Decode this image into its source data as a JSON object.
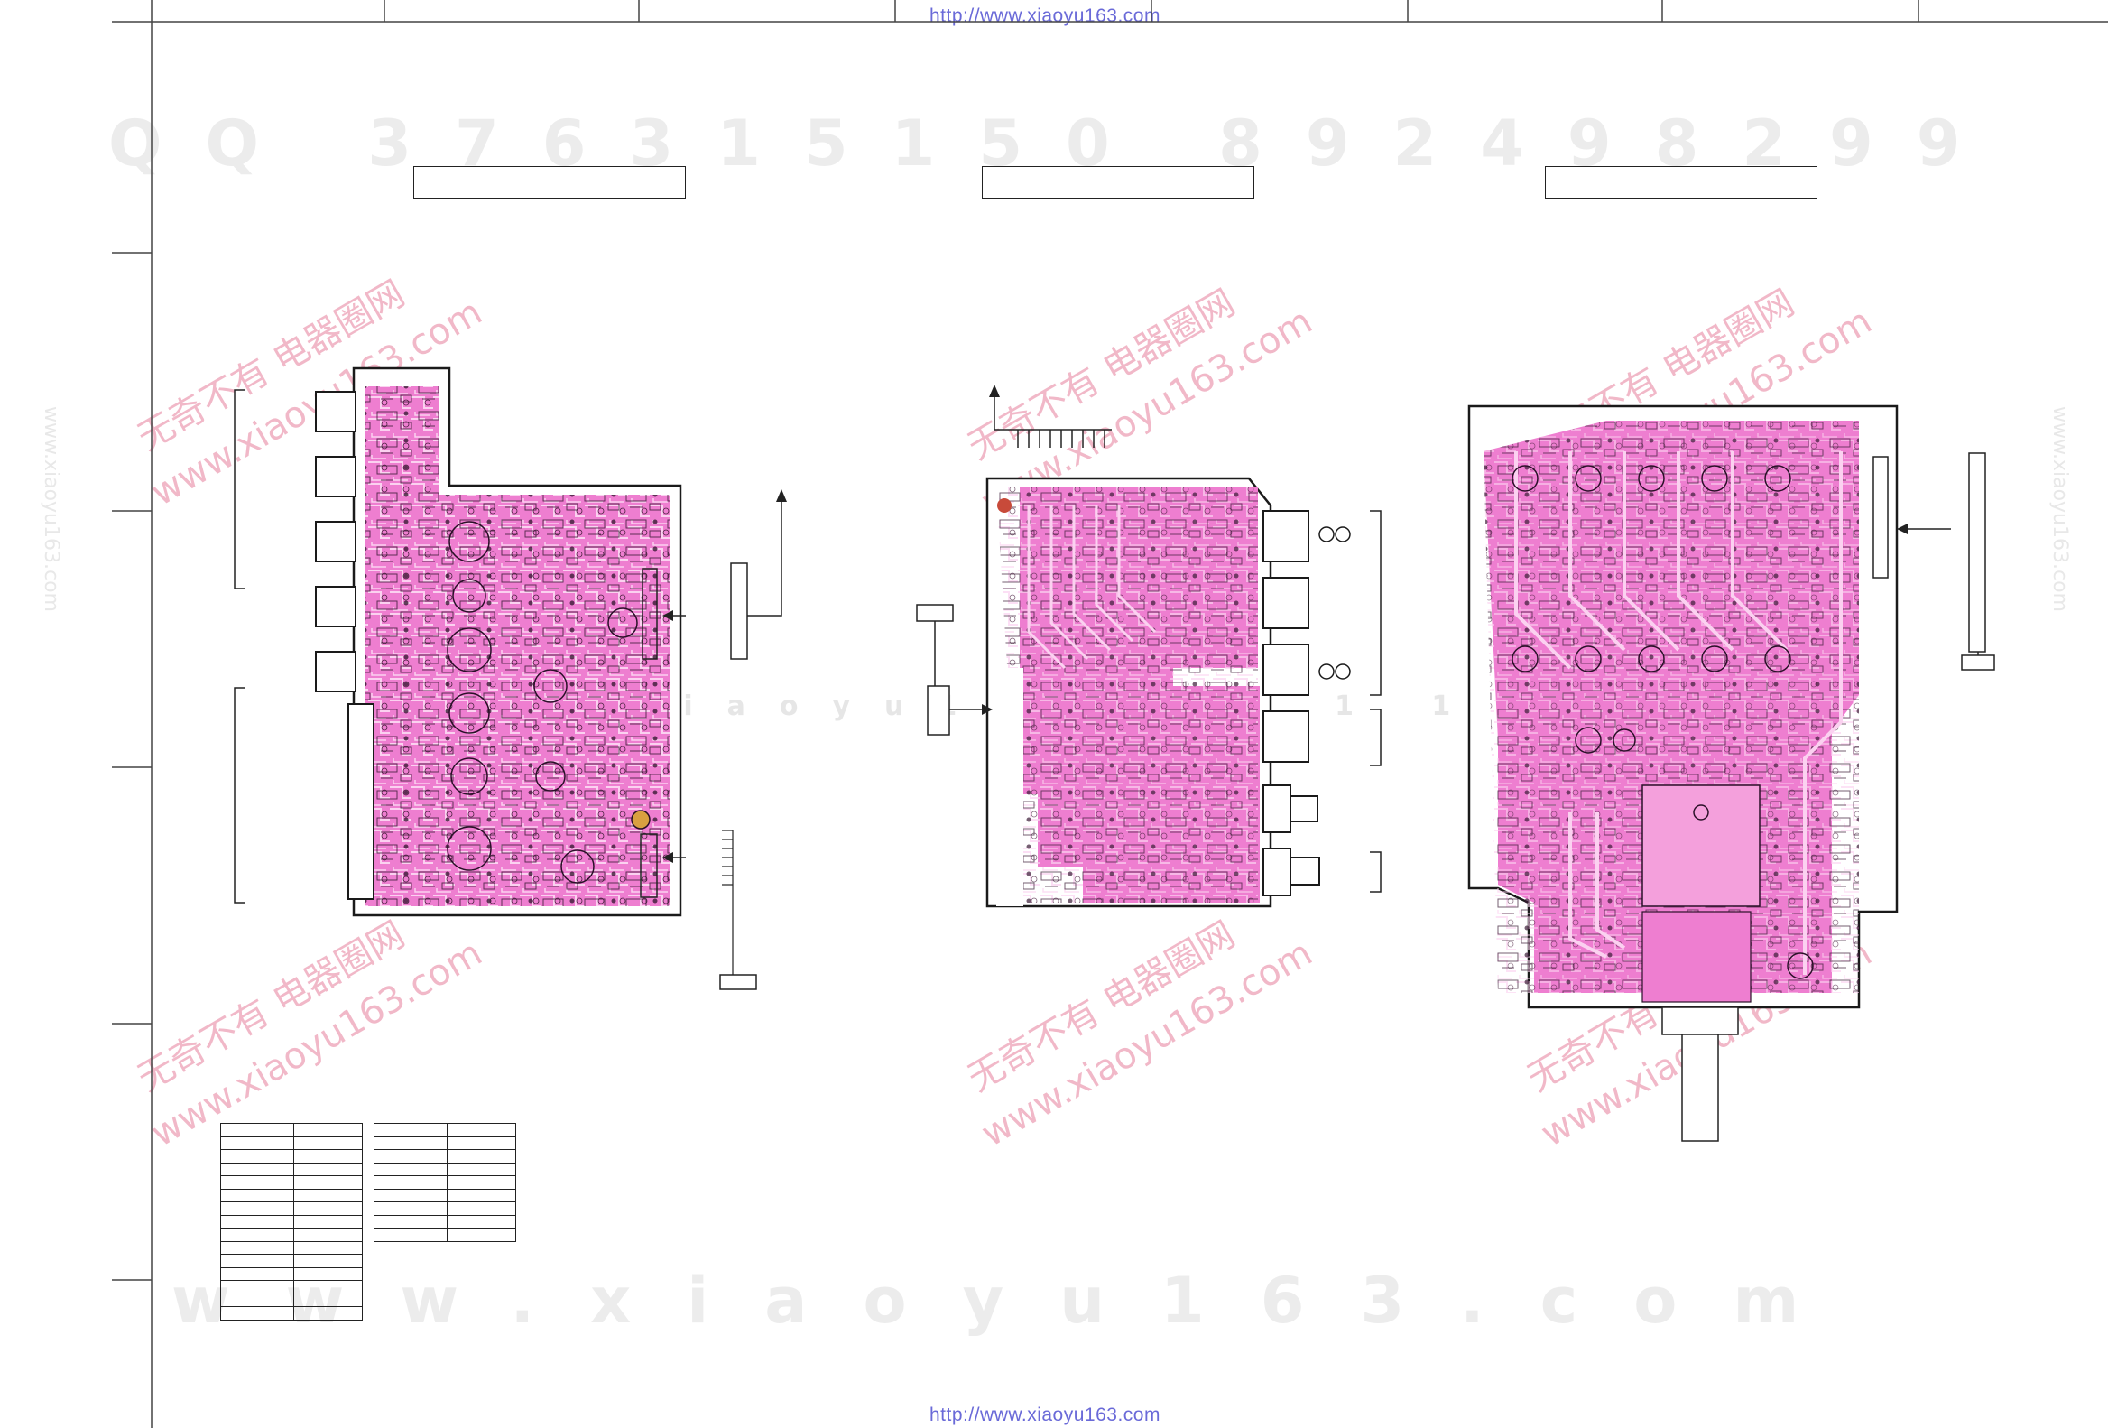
{
  "header": {
    "url_top": "http://www.xiaoyu163.com",
    "url_bottom": "http://www.xiaoyu163.com"
  },
  "watermarks": {
    "serial": "QQ 376315150  892498299",
    "site_spaced": "www.xiaoyu163.com",
    "diagonal_cn": "无奇不有  电器圈网",
    "diagonal_site": "www.xiaoyu163.com",
    "mid_strip": "xiaoyu163 1 3 1 1"
  },
  "colors": {
    "pcb_fill": "#ee7ed0",
    "trace": "#fbd1f0",
    "outline": "#1a1a1a",
    "url_text": "#6a6ad8"
  }
}
